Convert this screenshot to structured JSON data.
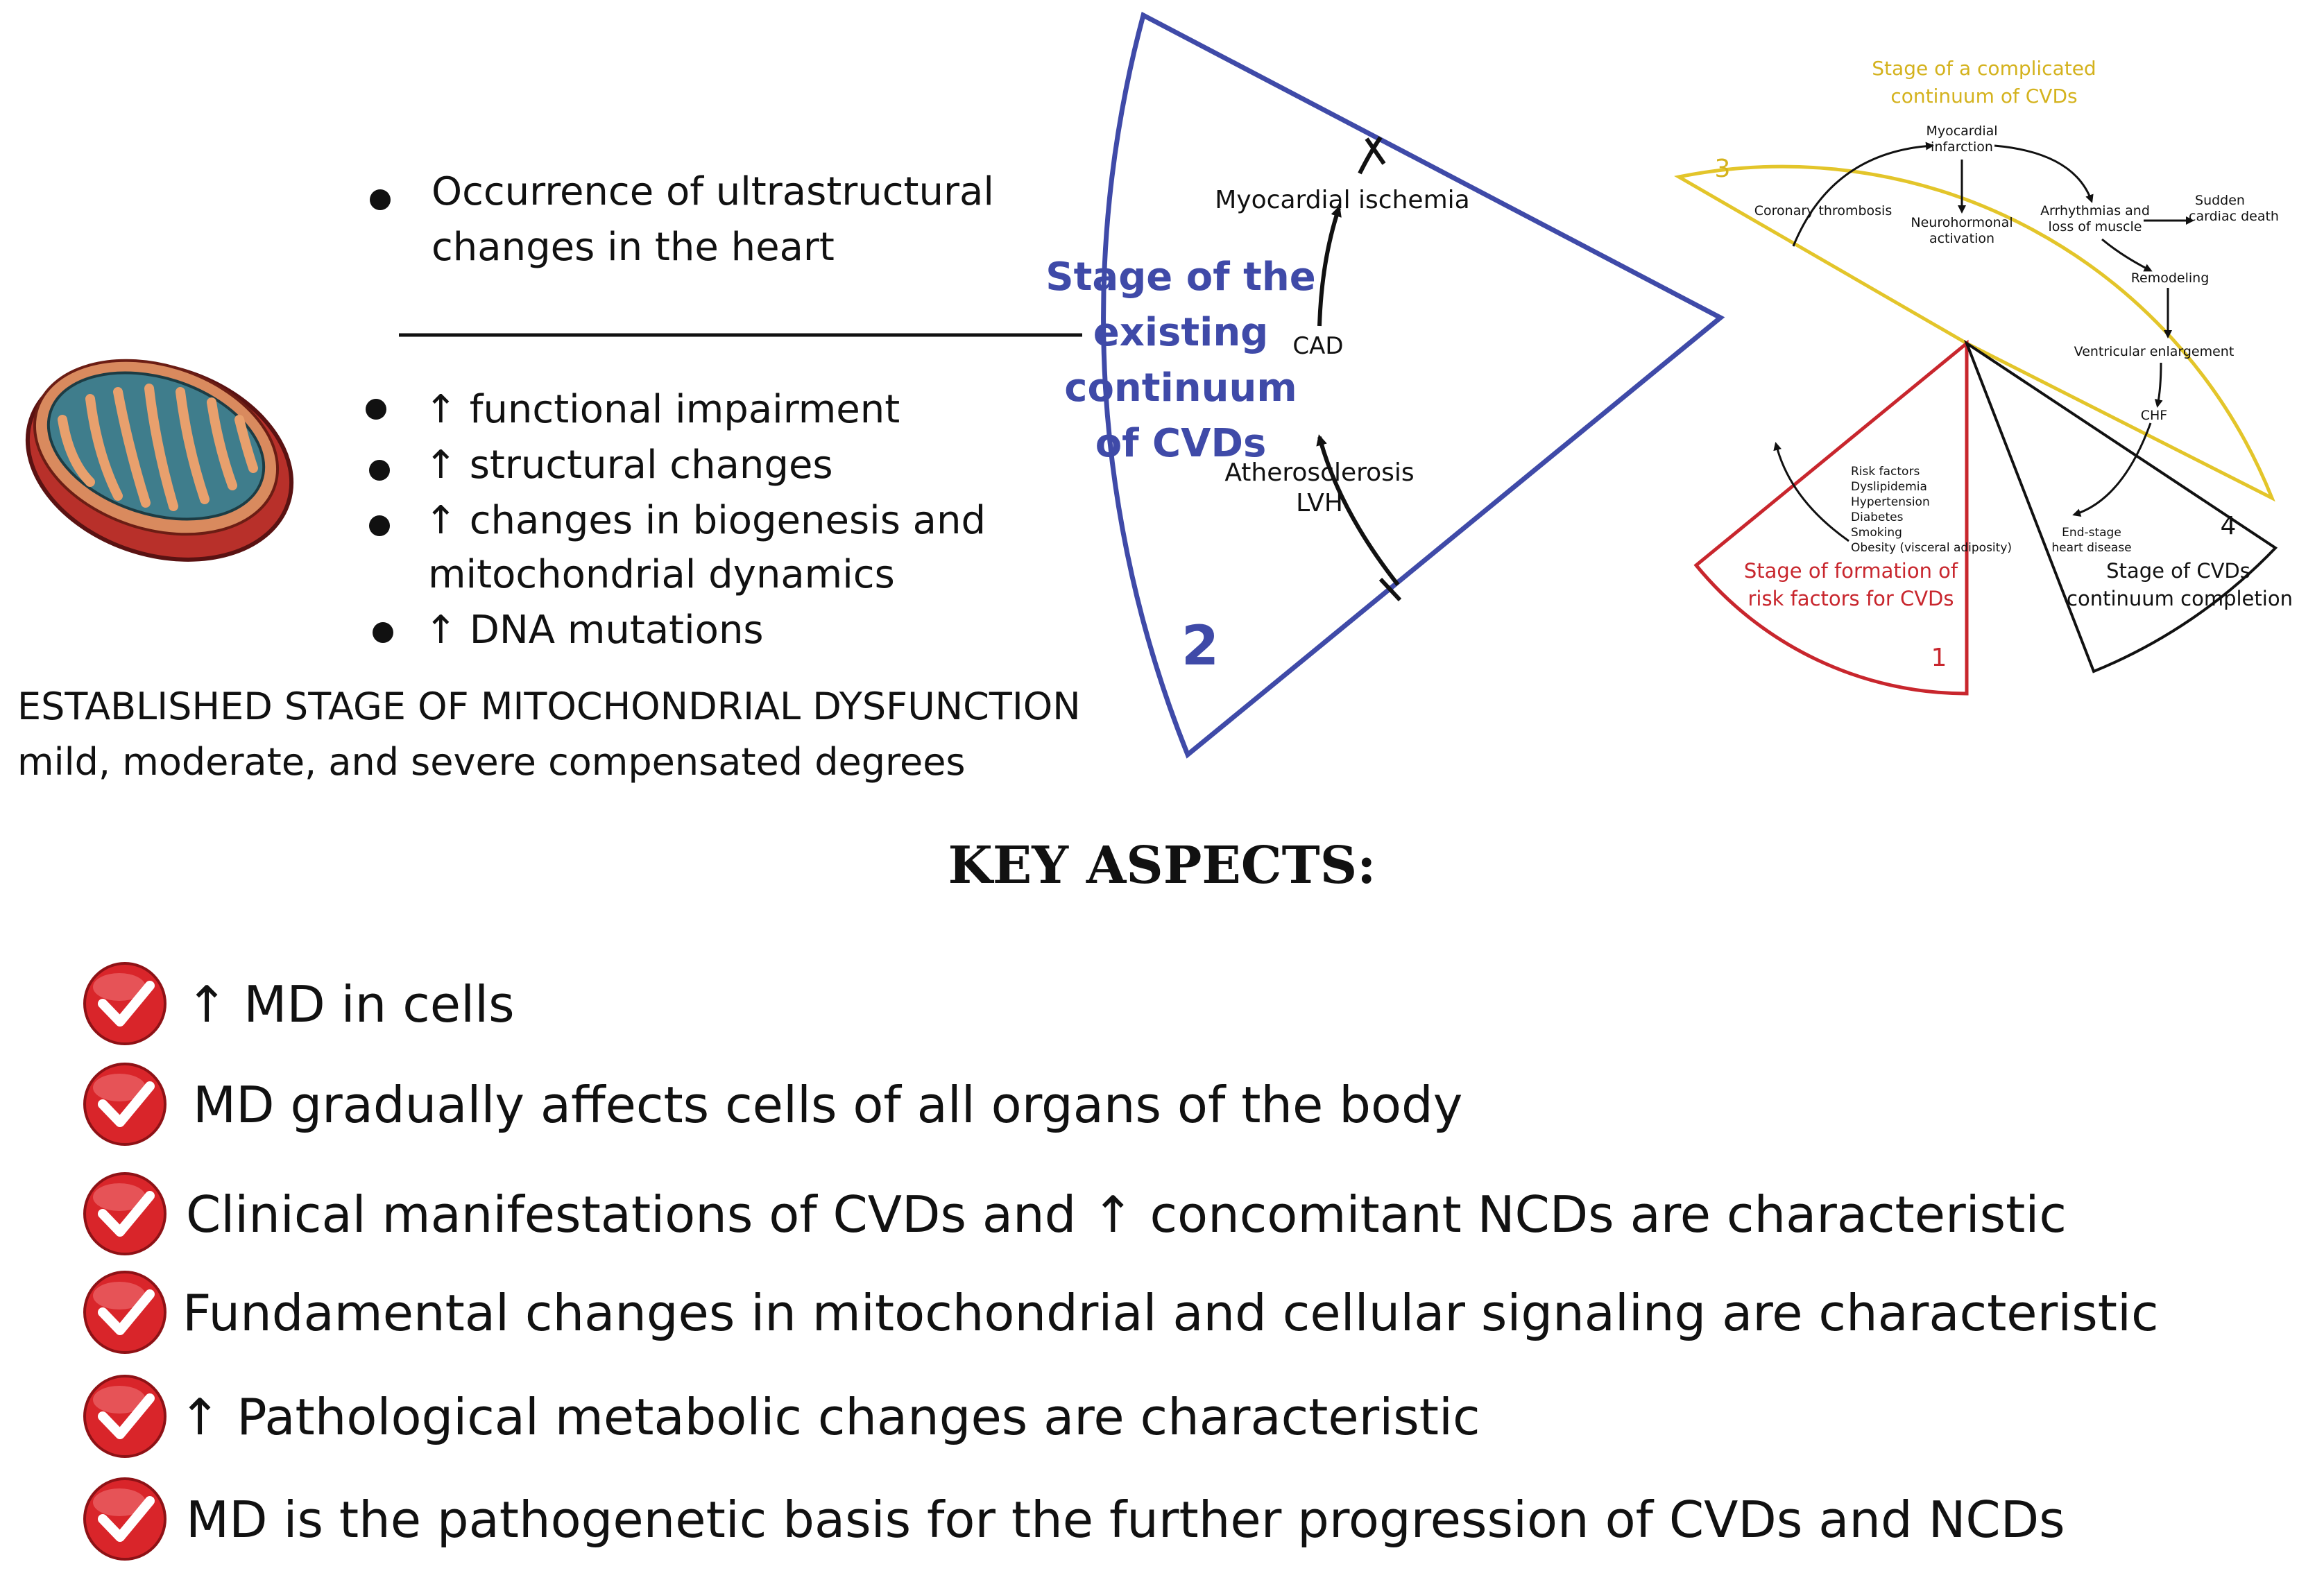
{
  "left_panel": {
    "top_bullet": "Occurrence of ultrastructural changes in the heart",
    "top_bullet_lines": [
      "Occurrence of ultrastructural",
      "changes in the heart"
    ],
    "bullets": [
      "↑ functional impairment",
      "↑ structural changes",
      "↑ changes in biogenesis and",
      "mitochondrial dynamics",
      "↑ DNA mutations"
    ],
    "stage_title": "ESTABLISHED STAGE OF MITOCHONDRIAL DYSFUNCTION",
    "stage_subtitle": "mild, moderate, and severe compensated degrees"
  },
  "stage2": {
    "title_lines": [
      "Stage of the",
      "existing",
      "continuum",
      "of CVDs"
    ],
    "number": "2",
    "steps": [
      "Myocardial ischemia",
      "CAD",
      "Atherosclerosis",
      "LVH"
    ],
    "color": "#3f4aa8"
  },
  "stage3": {
    "title_lines": [
      "Stage of a complicated",
      "continuum of CVDs"
    ],
    "number": "3",
    "color": "#e3c52a",
    "nodes": {
      "myocardial_infarction": [
        "Myocardial",
        "infarction"
      ],
      "coronary_thrombosis": "Coronary thrombosis",
      "neurohormonal": [
        "Neurohormonal",
        "activation"
      ],
      "arrhythmias": [
        "Arrhythmias and",
        "loss of muscle"
      ],
      "sudden": [
        "Sudden",
        "cardiac death"
      ],
      "remodeling": "Remodeling",
      "ventricular": "Ventricular enlargement",
      "chf": "CHF"
    }
  },
  "stage1": {
    "title_lines": [
      "Stage of formation of",
      "risk factors for CVDs"
    ],
    "number": "1",
    "color": "#c8262d",
    "risk_factors": [
      "Risk factors",
      "Dyslipidemia",
      "Hypertension",
      "Diabetes",
      "Smoking",
      "Obesity (visceral adiposity)"
    ]
  },
  "stage4": {
    "title_lines": [
      "Stage of  CVDs",
      "continuum completion"
    ],
    "number": "4",
    "end_stage": [
      "End-stage",
      "heart disease"
    ]
  },
  "key_aspects": {
    "title": "KEY ASPECTS:",
    "items": [
      "↑ MD  in cells",
      "MD gradually affects cells of all organs of the body",
      "Clinical manifestations of CVDs and ↑ concomitant NCDs are characteristic",
      "Fundamental changes in mitochondrial and cellular signaling are characteristic",
      "↑ Pathological metabolic changes are characteristic",
      "MD is the pathogenetic basis for the further progression of CVDs and NCDs"
    ]
  },
  "colors": {
    "check_red": "#d9252a",
    "mito_outer": "#c2372e",
    "mito_inner": "#3f7d8c"
  }
}
